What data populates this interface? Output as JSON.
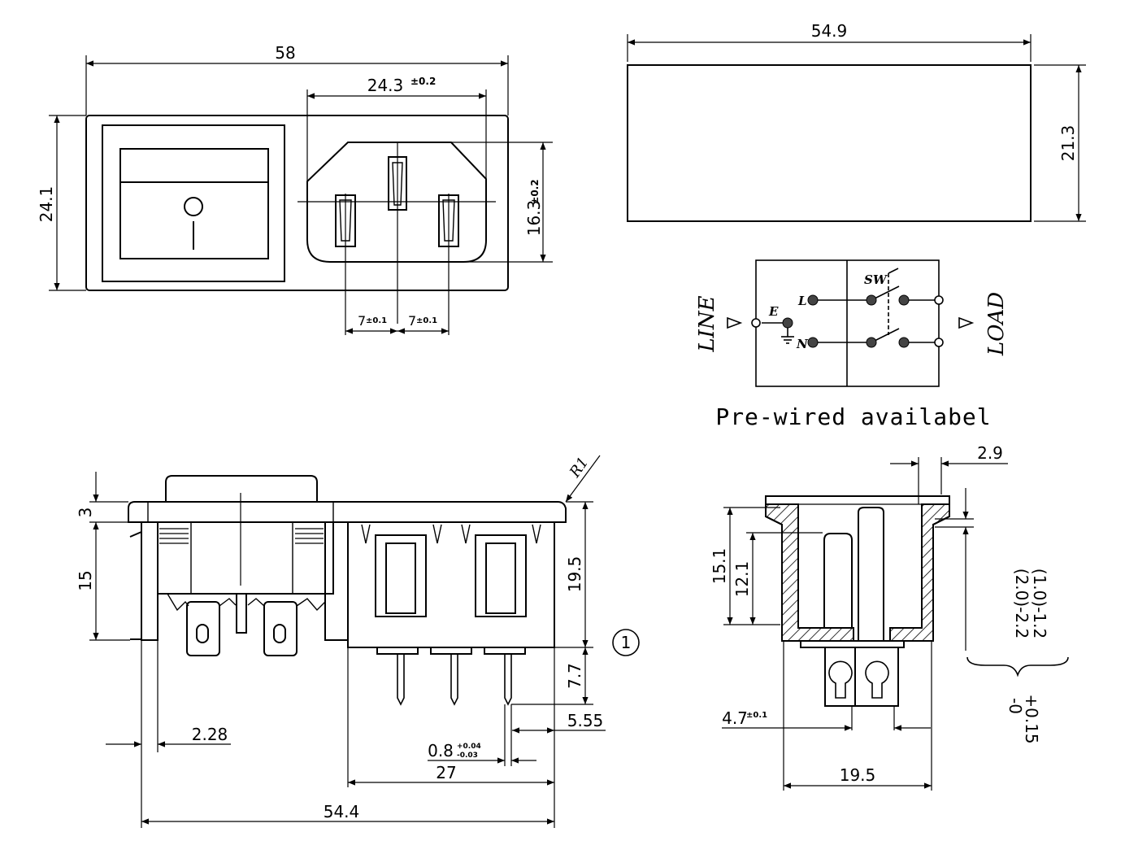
{
  "front_view": {
    "dim_overall_width": "58",
    "dim_inlet_width": "24.3",
    "dim_inlet_width_tol": "±0.2",
    "dim_overall_height": "24.1",
    "dim_inlet_height": "16.3",
    "dim_inlet_height_tol": "±0.2",
    "dim_pin_pitch_left": "7",
    "dim_pin_pitch_left_tol": "±0.1",
    "dim_pin_pitch_right": "7",
    "dim_pin_pitch_right_tol": "±0.1"
  },
  "top_view": {
    "dim_width": "54.9",
    "dim_height": "21.3"
  },
  "schematic": {
    "label_sw": "SW",
    "label_l": "L",
    "label_n": "N",
    "label_e": "E",
    "label_line": "LINE",
    "label_load": "LOAD",
    "caption": "Pre-wired availabel"
  },
  "side_view": {
    "dim_r1": "R1",
    "dim_3": "3",
    "dim_15": "15",
    "dim_19_5": "19.5",
    "dim_7_7": "7.7",
    "dim_5_55": "5.55",
    "dim_2_28": "2.28",
    "dim_0_8": "0.8",
    "dim_0_8_tol_plus": "+0.04",
    "dim_0_8_tol_minus": "-0.03",
    "dim_27": "27",
    "dim_54_4": "54.4",
    "circle_marker": "1"
  },
  "section_view": {
    "dim_2_9": "2.9",
    "dim_15_1": "15.1",
    "dim_12_1": "12.1",
    "dim_4_7": "4.7",
    "dim_4_7_tol": "±0.1",
    "dim_19_5": "19.5",
    "panel_a": "(1.0)-1.2",
    "panel_b": "(2.0)-2.2",
    "tol_plus": "+0.15",
    "tol_minus": "-0"
  }
}
